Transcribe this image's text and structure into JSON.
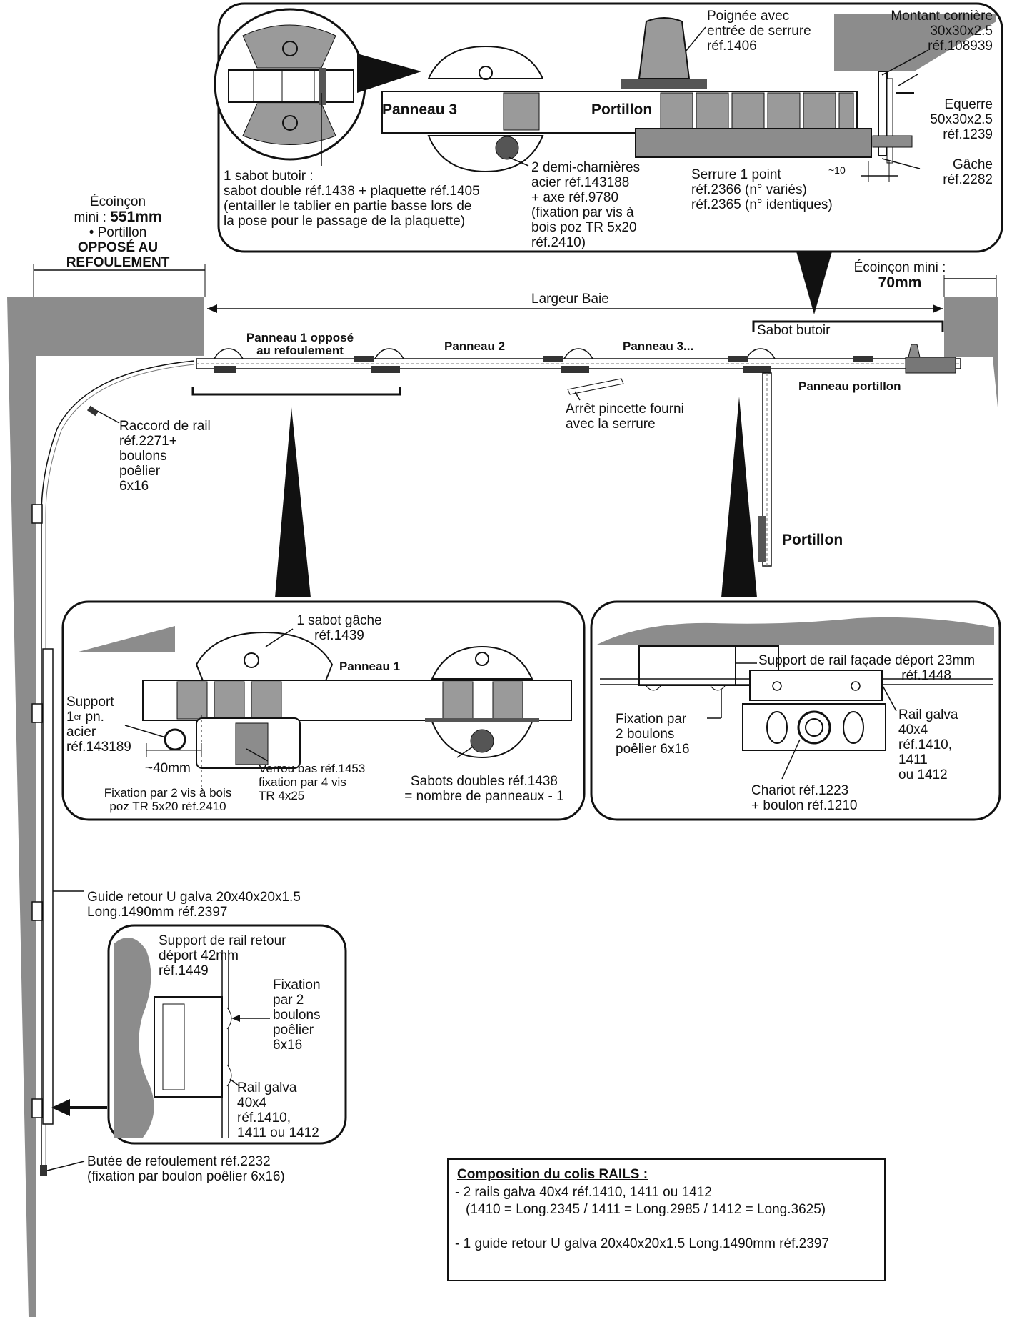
{
  "top_detail": {
    "panneau3": "Panneau 3",
    "portillon": "Portillon",
    "poignee": [
      "Poignée avec",
      "entrée de serrure",
      "réf.1406"
    ],
    "montant": [
      "Montant cornière",
      "30x30x2.5",
      "réf.108939"
    ],
    "equerre": [
      "Equerre",
      "50x30x2.5",
      "réf.1239"
    ],
    "gache": [
      "Gâche",
      "réf.2282"
    ],
    "dim10": "~10",
    "serrure": [
      "Serrure 1 point",
      "réf.2366 (n° variés)",
      "réf.2365 (n° identiques)"
    ],
    "demi_charnieres": [
      "2 demi-charnières",
      "acier réf.143188",
      "+ axe réf.9780",
      "(fixation par vis à",
      "bois poz TR 5x20",
      "réf.2410)"
    ],
    "sabot_butoir": [
      "1 sabot butoir :",
      "sabot double réf.1438 + plaquette réf.1405",
      "(entailler le tablier en partie basse lors de",
      "la pose pour le passage de la plaquette)"
    ]
  },
  "main": {
    "ecoincon_left": [
      "Écoinçon",
      "mini : ",
      "551mm",
      "• Portillon",
      "OPPOSÉ AU",
      "REFOULEMENT"
    ],
    "ecoincon_right": [
      "Écoinçon mini :",
      "70mm"
    ],
    "largeur_baie": "Largeur Baie",
    "sabot_butoir": "Sabot butoir",
    "panneau1": [
      "Panneau 1 opposé",
      "au refoulement"
    ],
    "panneau2": "Panneau 2",
    "panneau3": "Panneau 3...",
    "panneau_portillon": "Panneau portillon",
    "arret_pincette": [
      "Arrêt pincette fourni",
      "avec la serrure"
    ],
    "portillon": "Portillon",
    "raccord": [
      "Raccord de rail",
      "réf.2271+",
      "boulons",
      "poêlier",
      "6x16"
    ],
    "guide_retour": [
      "Guide retour U galva 20x40x20x1.5",
      "Long.1490mm réf.2397"
    ],
    "butee": [
      "Butée de refoulement réf.2232",
      "(fixation par boulon poêlier 6x16)"
    ]
  },
  "left_detail": {
    "sabot_gache": [
      "1 sabot gâche",
      "réf.1439"
    ],
    "panneau1": "Panneau 1",
    "support": [
      "Support",
      "1",
      "er",
      " pn.",
      "acier",
      "réf.143189"
    ],
    "dim40": "~40mm",
    "fixation": [
      "Fixation par 2 vis à bois",
      "poz TR 5x20 réf.2410"
    ],
    "verrou": [
      "Verrou bas réf.1453",
      "fixation par 4 vis",
      "TR 4x25"
    ],
    "sabots_doubles": [
      "Sabots doubles réf.1438",
      "= nombre de panneaux - 1"
    ]
  },
  "right_detail": {
    "support_facade": [
      "Support de rail façade déport 23mm",
      "réf.1448"
    ],
    "fixation": [
      "Fixation par",
      "2 boulons",
      "poêlier 6x16"
    ],
    "rail": [
      "Rail galva",
      "40x4",
      "réf.1410,",
      "1411",
      "ou 1412"
    ],
    "chariot": [
      "Chariot réf.1223",
      "+ boulon réf.1210"
    ]
  },
  "retour_detail": {
    "support": [
      "Support de rail retour",
      "déport 42mm",
      "réf.1449"
    ],
    "fixation": [
      "Fixation",
      "par 2",
      "boulons",
      "poêlier",
      "6x16"
    ],
    "rail": [
      "Rail galva",
      "40x4",
      "réf.1410,",
      "1411 ou 1412"
    ]
  },
  "composition": {
    "title": "Composition du colis RAILS :",
    "line1": "- 2 rails galva 40x4 réf.1410, 1411 ou 1412",
    "line2": "(1410 = Long.2345 / 1411 = Long.2985 / 1412 = Long.3625)",
    "line3": "- 1 guide retour U galva 20x40x20x1.5 Long.1490mm réf.2397"
  },
  "colors": {
    "wall": "#8c8c8c",
    "wall_dark": "#6f6f6f",
    "ink": "#111111",
    "detail_fill": "#9a9a9a"
  }
}
